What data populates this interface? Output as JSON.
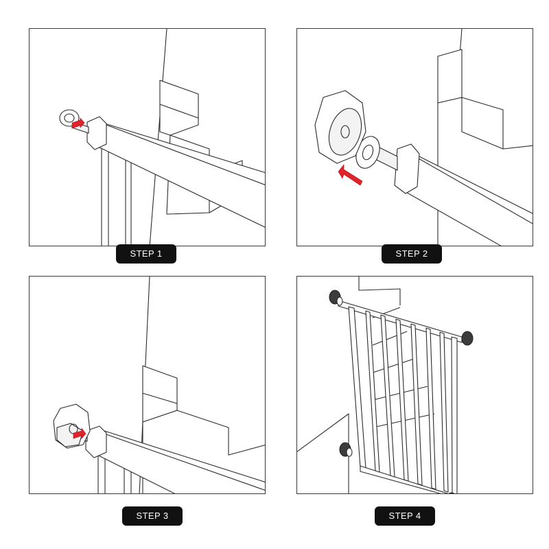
{
  "steps": [
    {
      "label": "STEP 1"
    },
    {
      "label": "STEP 2"
    },
    {
      "label": "STEP 3"
    },
    {
      "label": "STEP 4"
    }
  ],
  "colors": {
    "label_background": "#111111",
    "label_text": "#ffffff",
    "arrow": "#e0242b",
    "line": "#2b2b2b"
  }
}
